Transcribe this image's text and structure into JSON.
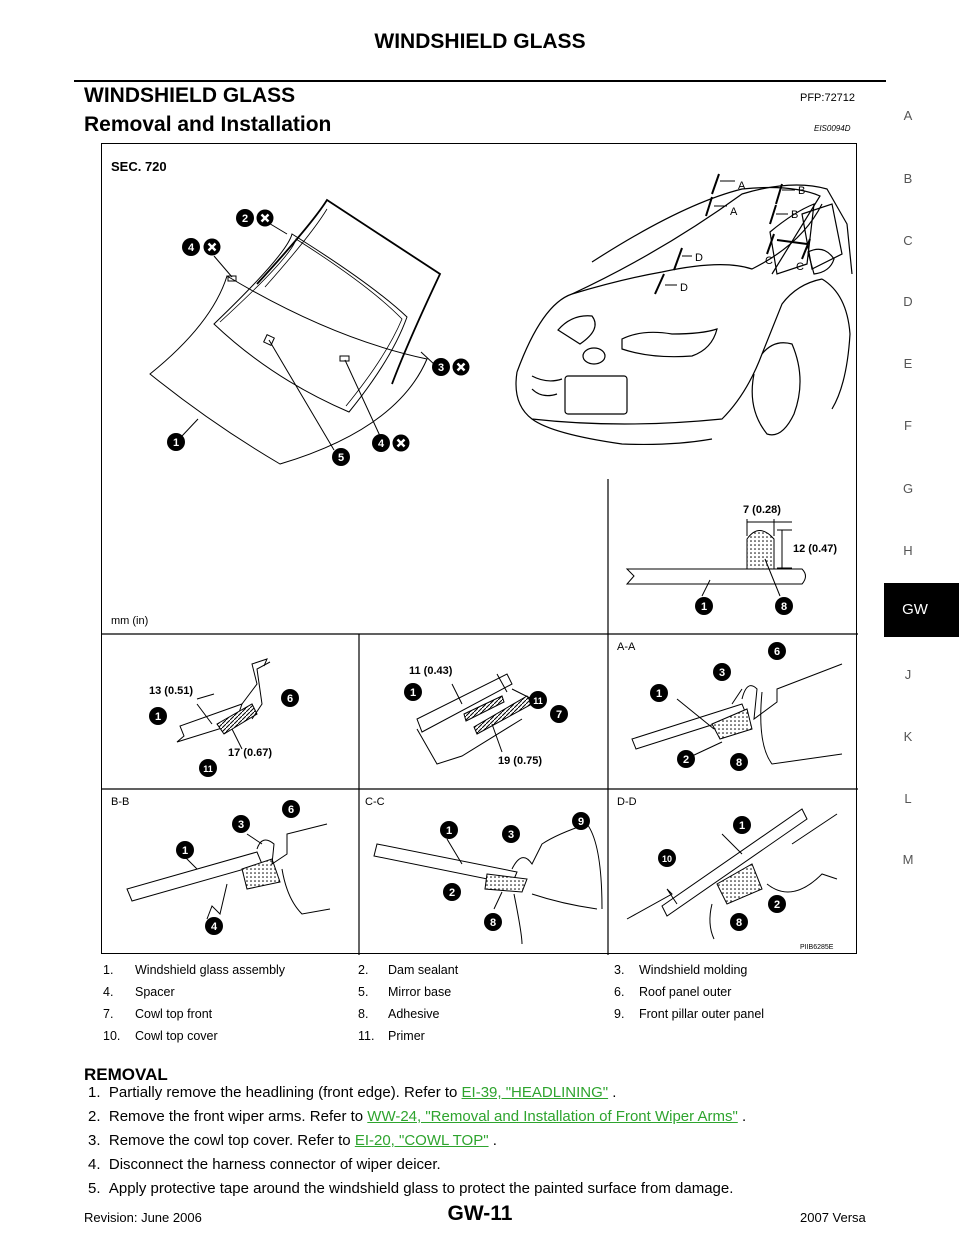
{
  "header": {
    "title": "WINDSHIELD GLASS"
  },
  "section": {
    "title": "WINDSHIELD GLASS",
    "pfp": "PFP:72712",
    "subtitle": "Removal and Installation",
    "doc_code": "EIS0094D"
  },
  "index_letters": [
    "A",
    "B",
    "C",
    "D",
    "E",
    "F",
    "G",
    "H",
    "GW",
    "J",
    "K",
    "L",
    "M"
  ],
  "index_active": "GW",
  "figure": {
    "sec_label": "SEC. 720",
    "unit_label": "mm (in)",
    "fig_code": "PIIB6285E",
    "dims": {
      "d7": "7 (0.28)",
      "d12": "12 (0.47)",
      "d13": "13 (0.51)",
      "d17": "17 (0.67)",
      "d11": "11 (0.43)",
      "d19": "19 (0.75)"
    },
    "section_labels": {
      "aa": "A-A",
      "bb": "B-B",
      "cc": "C-C",
      "dd": "D-D"
    },
    "car_letters": {
      "a": "A",
      "b": "B",
      "c": "C",
      "d": "D"
    },
    "callouts": [
      "1",
      "2",
      "3",
      "4",
      "5",
      "6",
      "7",
      "8",
      "9",
      "10",
      "11"
    ]
  },
  "legend": [
    [
      "1.",
      "Windshield glass assembly",
      "2.",
      "Dam sealant",
      "3.",
      "Windshield molding"
    ],
    [
      "4.",
      "Spacer",
      "5.",
      "Mirror base",
      "6.",
      "Roof panel outer"
    ],
    [
      "7.",
      "Cowl top front",
      "8.",
      "Adhesive",
      "9.",
      "Front pillar outer panel"
    ],
    [
      "10.",
      "Cowl top cover",
      "11.",
      "Primer",
      "",
      ""
    ]
  ],
  "removal": {
    "heading": "REMOVAL",
    "steps": [
      {
        "num": "1.",
        "pre": "Partially remove the headlining (front edge). Refer to ",
        "link": "EI-39, \"HEADLINING\"",
        "post": " ."
      },
      {
        "num": "2.",
        "pre": "Remove the front wiper arms. Refer to ",
        "link": "WW-24, \"Removal and Installation of Front Wiper Arms\"",
        "post": " ."
      },
      {
        "num": "3.",
        "pre": "Remove the cowl top cover. Refer to ",
        "link": "EI-20, \"COWL TOP\"",
        "post": " ."
      },
      {
        "num": "4.",
        "pre": "Disconnect the harness connector of wiper deicer.",
        "link": "",
        "post": ""
      },
      {
        "num": "5.",
        "pre": "Apply protective tape around the windshield glass to protect the painted surface from damage.",
        "link": "",
        "post": ""
      }
    ]
  },
  "footer": {
    "revision": "Revision: June 2006",
    "page": "GW-11",
    "model": "2007 Versa"
  }
}
